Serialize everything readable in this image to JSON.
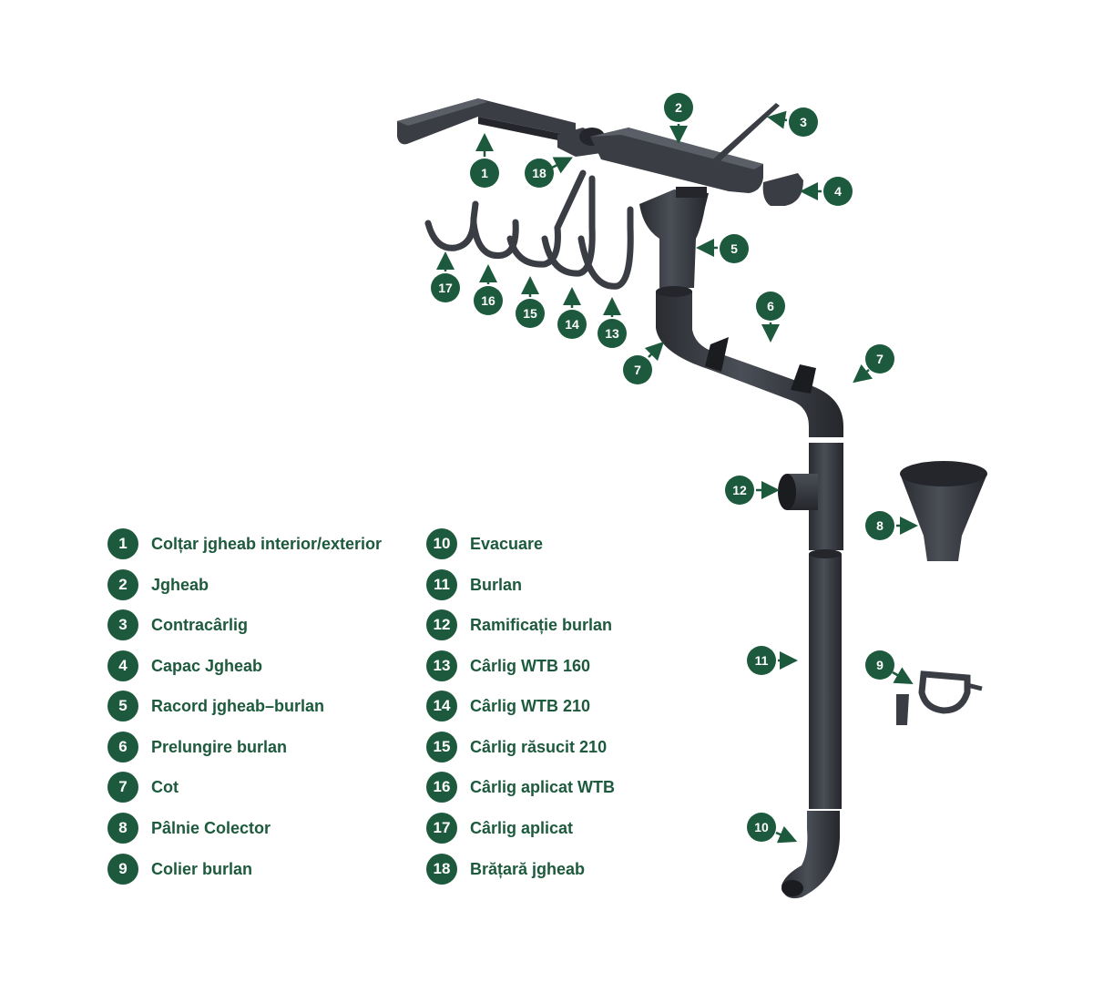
{
  "colors": {
    "accent": "#1d5a3d",
    "part": "#3a3d44",
    "part_dark": "#24262b",
    "part_light": "#5a5e66"
  },
  "legend": [
    {
      "num": "1",
      "label": "Colțar jgheab interior/exterior"
    },
    {
      "num": "2",
      "label": "Jgheab"
    },
    {
      "num": "3",
      "label": "Contracârlig"
    },
    {
      "num": "4",
      "label": "Capac Jgheab"
    },
    {
      "num": "5",
      "label": "Racord jgheab–burlan"
    },
    {
      "num": "6",
      "label": "Prelungire burlan"
    },
    {
      "num": "7",
      "label": "Cot"
    },
    {
      "num": "8",
      "label": "Pâlnie Colector"
    },
    {
      "num": "9",
      "label": "Colier burlan"
    },
    {
      "num": "10",
      "label": "Evacuare"
    },
    {
      "num": "11",
      "label": "Burlan"
    },
    {
      "num": "12",
      "label": "Ramificație burlan"
    },
    {
      "num": "13",
      "label": "Cârlig WTB 160"
    },
    {
      "num": "14",
      "label": "Cârlig WTB 210"
    },
    {
      "num": "15",
      "label": "Cârlig răsucit 210"
    },
    {
      "num": "16",
      "label": "Cârlig aplicat WTB"
    },
    {
      "num": "17",
      "label": "Cârlig aplicat"
    },
    {
      "num": "18",
      "label": "Brățară jgheab"
    }
  ],
  "callouts": [
    "1",
    "2",
    "3",
    "4",
    "5",
    "6",
    "7",
    "7",
    "8",
    "9",
    "10",
    "11",
    "12",
    "13",
    "14",
    "15",
    "16",
    "17",
    "18"
  ]
}
